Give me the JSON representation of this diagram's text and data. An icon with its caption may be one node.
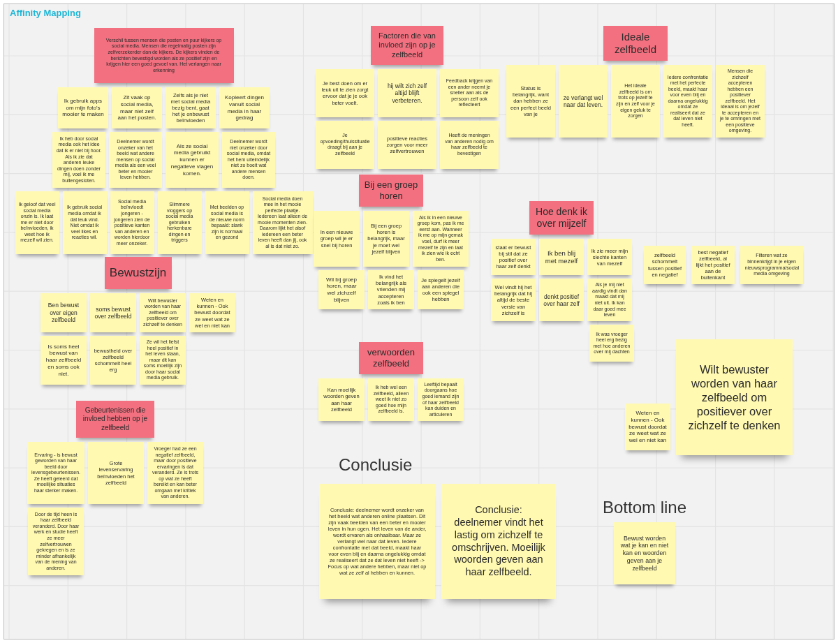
{
  "diagram": {
    "title": "Affinity Mapping",
    "nodes": [
      {
        "text": [
          "Verschil tussen mensen die posten en puur kijkers op social media. Mensen die regelmatig posten zijn zelfverzekerder dan de kijkers. De kijkers vinden de berichten bevestigd worden als ze positief zijn en krijgen hier een goed gevoel van. Het verlangen naar erkenning"
        ]
      },
      {
        "text": [
          "Ik gebruik apps om mijn foto's mooier te maken"
        ]
      },
      {
        "text": [
          "Zit vaak op social media, maar niet zelf aan het posten."
        ]
      },
      {
        "text": [
          "Zelfs als je niet met social media bezig bent, gaat het je onbewust beïnvloeden"
        ]
      },
      {
        "text": [
          "Kopieert dingen vanuit social media in haar gedrag"
        ]
      },
      {
        "text": [
          "Ik heb door social media ook het idee dat ik er niet bij hoor. Als ik zie dat anderen leuke dingen doen zonder mij, voel ik me buitengesloten."
        ]
      },
      {
        "text": [
          "Deelnemer wordt onzeker van het beeld wat andere mensen op social media als een veel beter en mooier leven hebben."
        ]
      },
      {
        "text": [
          "Als ze social media gebruikt kunnen er negatieve vlagen komen."
        ]
      },
      {
        "text": [
          "Deelnemer wordt niet onzeker door social media, omdat het hem uiteindelijk niet zo boeit wat andere mensen doen."
        ]
      },
      {
        "text": [
          "Ik geloof dat veel social media onzin is. Ik laat me er niet door beïnvloeden, ik weet hoe ik mezelf wil zien."
        ]
      },
      {
        "text": [
          "Ik gebruik social media omdat ik dat leuk vind. Niet omdat ik veel likes en reacties wil."
        ]
      },
      {
        "text": [
          "Social media beïnvloedt jongeren - jongeren zien de positieve kanten van anderen en worden hierdoor meer onzeker."
        ]
      },
      {
        "text": [
          "Slimmere vloggers op social media gebruiken herkenbare dingen en triggers"
        ]
      },
      {
        "text": [
          "Met beelden op social media is de nieuwe norm bepaald: slank zijn is normaal en gezond"
        ]
      },
      {
        "text": [
          "Social media doen mee in het mooie perfecte plaatje. Iedereen laat alleen de mooie momenten zien. Daarom lijkt het alsof iedereen een beter leven heeft dan jij, ook al is dat niet zo."
        ]
      },
      {
        "text": [
          "Factoren die van invloed zijn op je zelfbeeld"
        ]
      },
      {
        "text": [
          "Je best doen om er leuk uit te zien zorgt ervoor dat je je ook beter voelt."
        ]
      },
      {
        "text": [
          "hij wilt zich zelf altijd blijft verbeteren."
        ]
      },
      {
        "text": [
          "Feedback krijgen van een ander neemt je sneller aan als de persoon zelf ook reflecteert"
        ]
      },
      {
        "text": [
          "Je opvoeding/thuissituatie draagt bij aan je zelfbeeld"
        ]
      },
      {
        "text": [
          "positieve reacties zorgen voor meer zelfvertrouwen"
        ]
      },
      {
        "text": [
          "Heeft de meningen van anderen nodig om haar zelfbeeld te bevestigen"
        ]
      },
      {
        "text": [
          "Ideale zelfbeeld"
        ]
      },
      {
        "text": [
          "Status is belangrijk, want dan hebben ze een perfect beeld van je"
        ]
      },
      {
        "text": [
          "ze verlangt wel naar dat leven."
        ]
      },
      {
        "text": [
          "Het ideale zelfbeeld is om trots op jezelf te zijn en zelf voor je eigen geluk te zorgen"
        ]
      },
      {
        "text": [
          "Iedere confrontatie met het perfecte beeld, maakt haar voor even blij en daarna ongelukkig omdat ze realiseert dat ze dat leven niet heeft."
        ]
      },
      {
        "text": [
          "Mensen die zichzelf accepteren hebben een positiever zelfbeeld. Het ideaal is om jezelf te accepteren en je te omringen met een positieve omgeving."
        ]
      },
      {
        "text": [
          "Bewustzijn"
        ]
      },
      {
        "text": [
          "Ben bewust over eigen zelfbeeld"
        ]
      },
      {
        "text": [
          "soms bewust over zelfbeeld"
        ]
      },
      {
        "text": [
          "Wilt bewuster worden van haar zelfbeeld om positiever over zichzelf te denken"
        ]
      },
      {
        "text": [
          "Weten en kunnen - Ook bewust doordat ze weet wat ze wel en niet kan"
        ]
      },
      {
        "text": [
          "Is soms heel bewust van haar zelfbeeld en soms ook niet."
        ]
      },
      {
        "text": [
          "bewustheid over zelfbeeld schommelt heel erg"
        ]
      },
      {
        "text": [
          "Ze wil het liefst heel positief in het leven staan, maar dit kan soms moeilijk zijn door haar social media gebruik."
        ]
      },
      {
        "text": [
          "Bij een groep horen"
        ]
      },
      {
        "text": [
          "In een nieuwe groep wil je er snel bij horen"
        ]
      },
      {
        "text": [
          "Bij een groep horen is belangrijk, maar je moet wel jezelf blijven"
        ]
      },
      {
        "text": [
          "Als ik in een nieuwe groep kom, pas ik me eerst aan. Wanneer ik me op mijn gemak voel, durf ik meer mezelf te zijn en laat ik zien wie ik echt ben."
        ]
      },
      {
        "text": [
          "Wil bij groep horen, maar wel zichzelf blijven"
        ]
      },
      {
        "text": [
          "Ik vind het belangrijk als vrienden mij accepteren zoals ik ben"
        ]
      },
      {
        "text": [
          "Je spiegelt jezelf aan anderen die ook een spiegel hebben"
        ]
      },
      {
        "text": [
          "Hoe denk ik over mijzelf"
        ]
      },
      {
        "text": [
          "staat er bewust bij stil dat ze positief over haar zelf denkt"
        ]
      },
      {
        "text": [
          "Ik ben blij met mezelf"
        ]
      },
      {
        "text": [
          "Ik zie meer mijn slechte kanten van mezelf"
        ]
      },
      {
        "text": [
          "Wel vindt hij het belangrijk dat hij altijd de beste versie van zichzelf is"
        ]
      },
      {
        "text": [
          "denkt positief over haar zelf"
        ]
      },
      {
        "text": [
          "Als je mij niet aardig vindt dan maakt dat mij niet uit. Ik kan daar goed mee leven"
        ]
      },
      {
        "text": [
          "Ik was vroeger heel erg bezig met hoe anderen over mij dachten"
        ]
      },
      {
        "text": [
          "zelfbeeld schommelt tussen positief en negatief"
        ]
      },
      {
        "text": [
          "best negatief zelfbeeld, al lijkt het positief aan de buitenkant"
        ]
      },
      {
        "text": [
          "Filteren wat ze binnenkrijgt in je eigen nieuwsprogramma/social media omgeving"
        ]
      },
      {
        "text": [
          "Gebeurtenissen die invloed hebben op je zelfbeeld"
        ]
      },
      {
        "text": [
          "Ervaring - is bewust geworden van haar beeld door levensgebeurtenissen. Ze heeft geleerd dat moeilijke situaties haar sterker maken."
        ]
      },
      {
        "text": [
          "Grote levenservaring beïnvloeden het zelfbeeld"
        ]
      },
      {
        "text": [
          "Vroeger had ze een negatief zelfbeeld, maar door positieve ervaringen is dat veranderd. Ze is trots op wat ze heeft bereikt en kan beter omgaan met kritiek van anderen."
        ]
      },
      {
        "text": [
          "Door de tijd heen is haar zelfbeeld veranderd. Door haar werk en studie heeft ze meer zelfvertrouwen gekregen en is ze minder afhankelijk van de mening van anderen."
        ]
      },
      {
        "text": [
          "verwoorden zelfbeeld"
        ]
      },
      {
        "text": [
          "Kan moeilijk woorden geven aan haar zelfbeeld"
        ]
      },
      {
        "text": [
          "Ik heb wel een zelfbeeld, alleen weet ik niet zo goed hoe mijn zelfbeeld is."
        ]
      },
      {
        "text": [
          "Leeftijd bepaalt doorgaans hoe goed iemand zijn of haar zelfbeeld kan duiden en articuleren"
        ]
      },
      {
        "text": [
          "Wilt bewuster worden van haar zelfbeeld om positiever over zichzelf te denken"
        ]
      },
      {
        "text": [
          "Weten en kunnen - Ook bewust doordat ze weet wat ze wel en niet kan"
        ]
      },
      {
        "text": [
          "Conclusie: deelnemer wordt onzeker van het beeld wat anderen online plaatsen. Dit zijn vaak beelden van een beter en mooier leven in hun ogen. Het leven van de ander, wordt ervaren als onhaalbaar. Maar ze verlangt wel naar dat leven. Iedere confrontatie met dat beeld, maakt haar voor even blij en daarna ongelukkig omdat ze realiseert dat ze dat leven niet heeft -> Focus op wat andere hebben, maar niet op wat ze zelf al hebben en kunnen."
        ]
      },
      {
        "text": [
          "Conclusie: deelnemer vindt het lastig om zichzelf te omschrijven. Moeilijk woorden geven aan haar zelfbeeld."
        ]
      },
      {
        "text": [
          "Bewust worden wat je kan en niet kan en woorden geven aan je zelfbeeld"
        ]
      }
    ],
    "labels": [
      "Conclusie",
      "Bottom line"
    ]
  }
}
